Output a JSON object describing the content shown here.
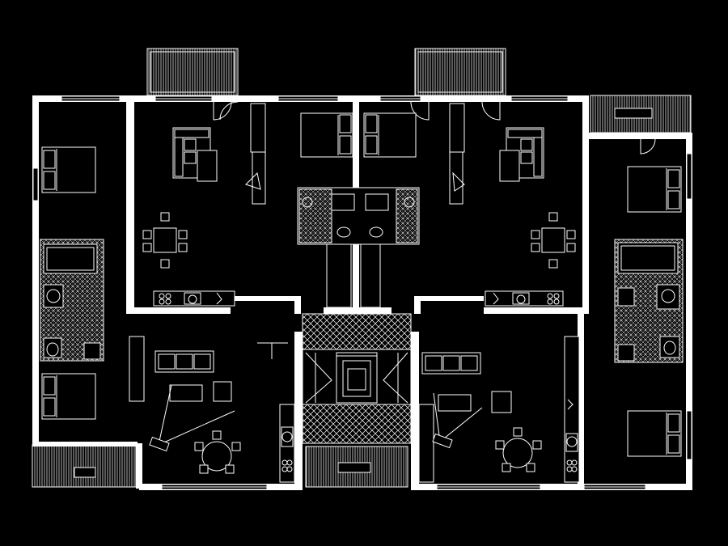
{
  "drawing": {
    "background": "#000000",
    "line_color": "#ffffff",
    "units": [
      {
        "id": "left-wing"
      },
      {
        "id": "center-left-apartment"
      },
      {
        "id": "center-right-apartment"
      },
      {
        "id": "right-wing"
      }
    ]
  }
}
